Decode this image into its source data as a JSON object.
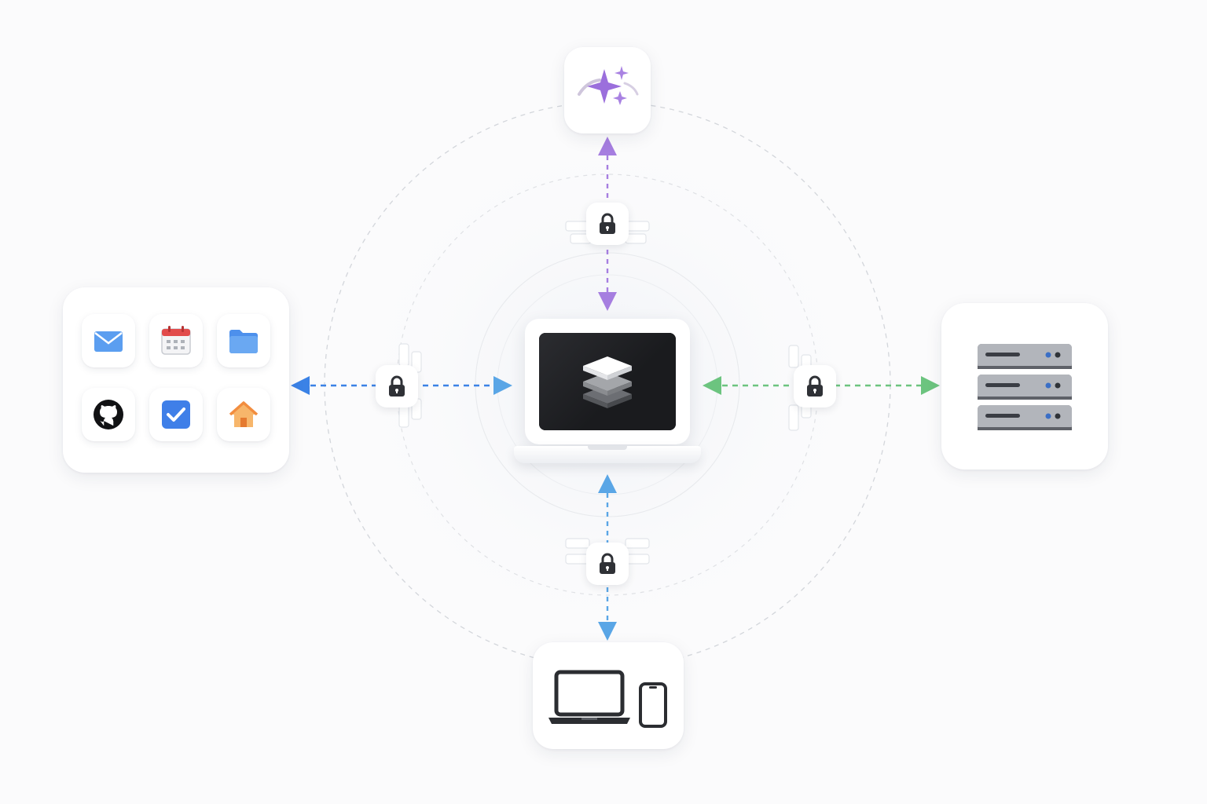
{
  "diagram": {
    "hub": {
      "icon": "layers-stack-icon",
      "device": "laptop",
      "screen_color": "#1e1f22"
    },
    "nodes": {
      "top": {
        "icon": "ai-sparkles-icon",
        "color": "#9b6fdc"
      },
      "left": {
        "icons": [
          "mail-icon",
          "calendar-icon",
          "folder-icon",
          "github-icon",
          "checkbox-task-icon",
          "home-icon"
        ]
      },
      "right": {
        "icon": "server-rack-icon",
        "color": "#6b6e75"
      },
      "bottom": {
        "icons": [
          "laptop-icon",
          "smartphone-icon"
        ],
        "color": "#2b2d31"
      }
    },
    "connections": [
      {
        "from": "hub",
        "to": "top",
        "color": "#a67ee0",
        "style": "dashed",
        "direction": "bidirectional",
        "secured": true
      },
      {
        "from": "hub",
        "to": "left",
        "color": "#3b82e6",
        "style": "dashed",
        "direction": "bidirectional",
        "secured": true
      },
      {
        "from": "hub",
        "to": "right",
        "color": "#6cc47f",
        "style": "dashed",
        "direction": "bidirectional",
        "secured": true
      },
      {
        "from": "hub",
        "to": "bottom",
        "color": "#5aa6e6",
        "style": "dashed",
        "direction": "bidirectional",
        "secured": true
      }
    ],
    "lock_icon": "padlock-icon",
    "rings": {
      "style": "dashed concentric",
      "color": "#d6d8dc"
    }
  }
}
